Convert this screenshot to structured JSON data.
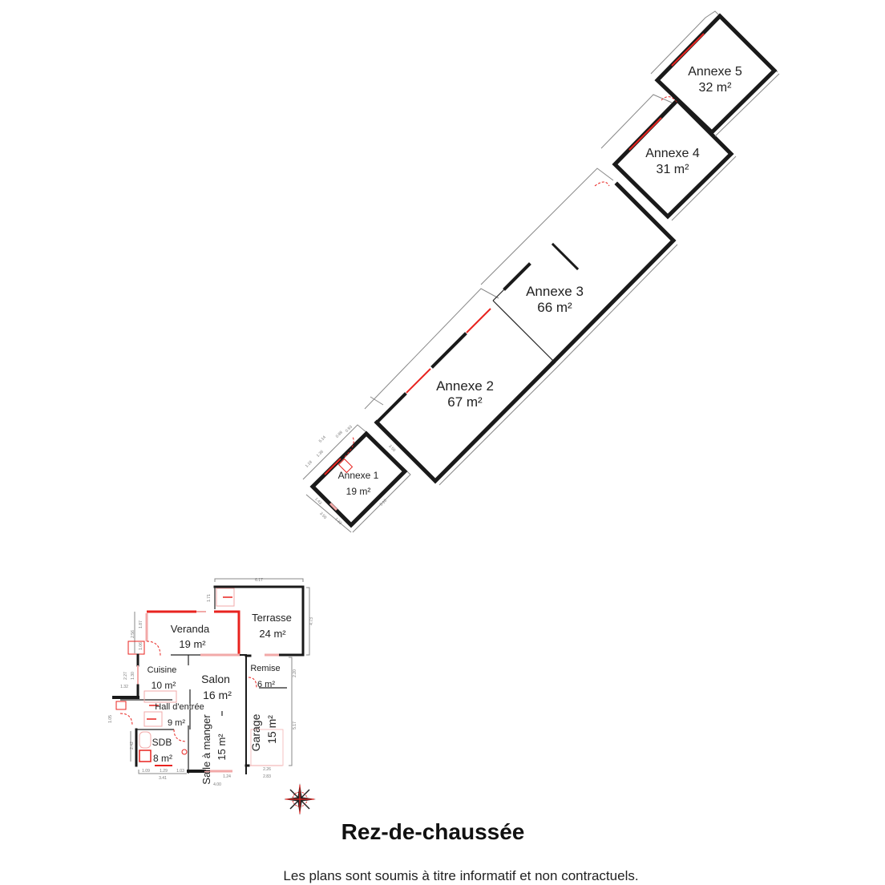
{
  "title": "Rez-de-chaussée",
  "disclaimer": "Les plans sont soumis à titre informatif et non contractuels.",
  "colors": {
    "wall": "#1a1a1a",
    "door_window": "#e8231f",
    "dimension": "#888888"
  },
  "annexes": [
    {
      "name": "Annexe 1",
      "area": "19 m²"
    },
    {
      "name": "Annexe 2",
      "area": "67 m²"
    },
    {
      "name": "Annexe 3",
      "area": "66 m²"
    },
    {
      "name": "Annexe 4",
      "area": "31 m²"
    },
    {
      "name": "Annexe 5",
      "area": "32 m²"
    }
  ],
  "annexe1_dims": [
    "1.18",
    "1.36",
    "0.88",
    "0.93",
    "5.14",
    "3.50",
    "5.16",
    "1.43",
    "3.50",
    "1.33"
  ],
  "house": {
    "rooms": [
      {
        "name": "Veranda",
        "area": "19 m²"
      },
      {
        "name": "Terrasse",
        "area": "24 m²"
      },
      {
        "name": "Cuisine",
        "area": "10 m²"
      },
      {
        "name": "Salon",
        "area": "16 m²"
      },
      {
        "name": "Remise",
        "area": "6 m²"
      },
      {
        "name": "Hall d'entrée",
        "area": "9 m²"
      },
      {
        "name": "SDB",
        "area": "8 m²"
      },
      {
        "name": "Salle à manger",
        "area": "15 m²"
      },
      {
        "name": "Garage",
        "area": "15 m²"
      }
    ],
    "dims": [
      "6.17",
      "1.71",
      "4.73",
      "2.56",
      "1.87",
      "1.06",
      "2.27",
      "1.30",
      "1.32",
      "1.05",
      "2.42",
      "2.20",
      "5.17",
      "1.09",
      "1.29",
      "1.03",
      "3.41",
      "1.24",
      "4.00",
      "2.26",
      "2.83"
    ]
  },
  "compass_icon": "compass-rose"
}
